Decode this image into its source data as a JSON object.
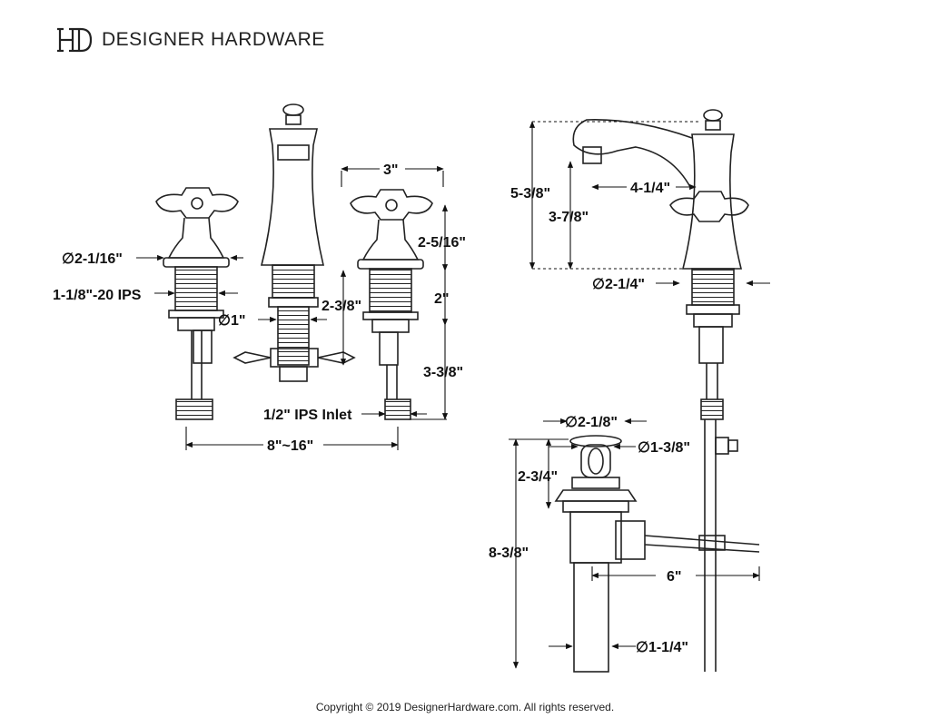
{
  "brand": {
    "name": "DESIGNER HARDWARE",
    "logo_icon": "dh-monogram-icon"
  },
  "dimensions": {
    "handle_diameter": "∅2-1/16\"",
    "thread": "1-1/8\"-20 IPS",
    "spout_hole_diameter": "∅1\"",
    "spout_shank_height": "2-3/8\"",
    "handle_spacing": "3\"",
    "handle_height": "2-5/16\"",
    "valve_shank": "2\"",
    "valve_lower": "3-3/8\"",
    "inlet": "1/2\" IPS Inlet",
    "spread": "8\"~16\"",
    "overall_height": "5-3/8\"",
    "spout_reach": "4-1/4\"",
    "spout_height": "3-7/8\"",
    "base_diameter": "∅2-1/4\"",
    "drain_flange_diameter": "∅2-1/8\"",
    "drain_body_diameter": "∅1-3/8\"",
    "drain_upper": "2-3/4\"",
    "drain_total": "8-3/8\"",
    "pivot_rod": "6\"",
    "tailpiece_diameter": "∅1-1/4\""
  },
  "footer": {
    "copyright": "Copyright © 2019 DesignerHardware.com. All rights reserved."
  }
}
